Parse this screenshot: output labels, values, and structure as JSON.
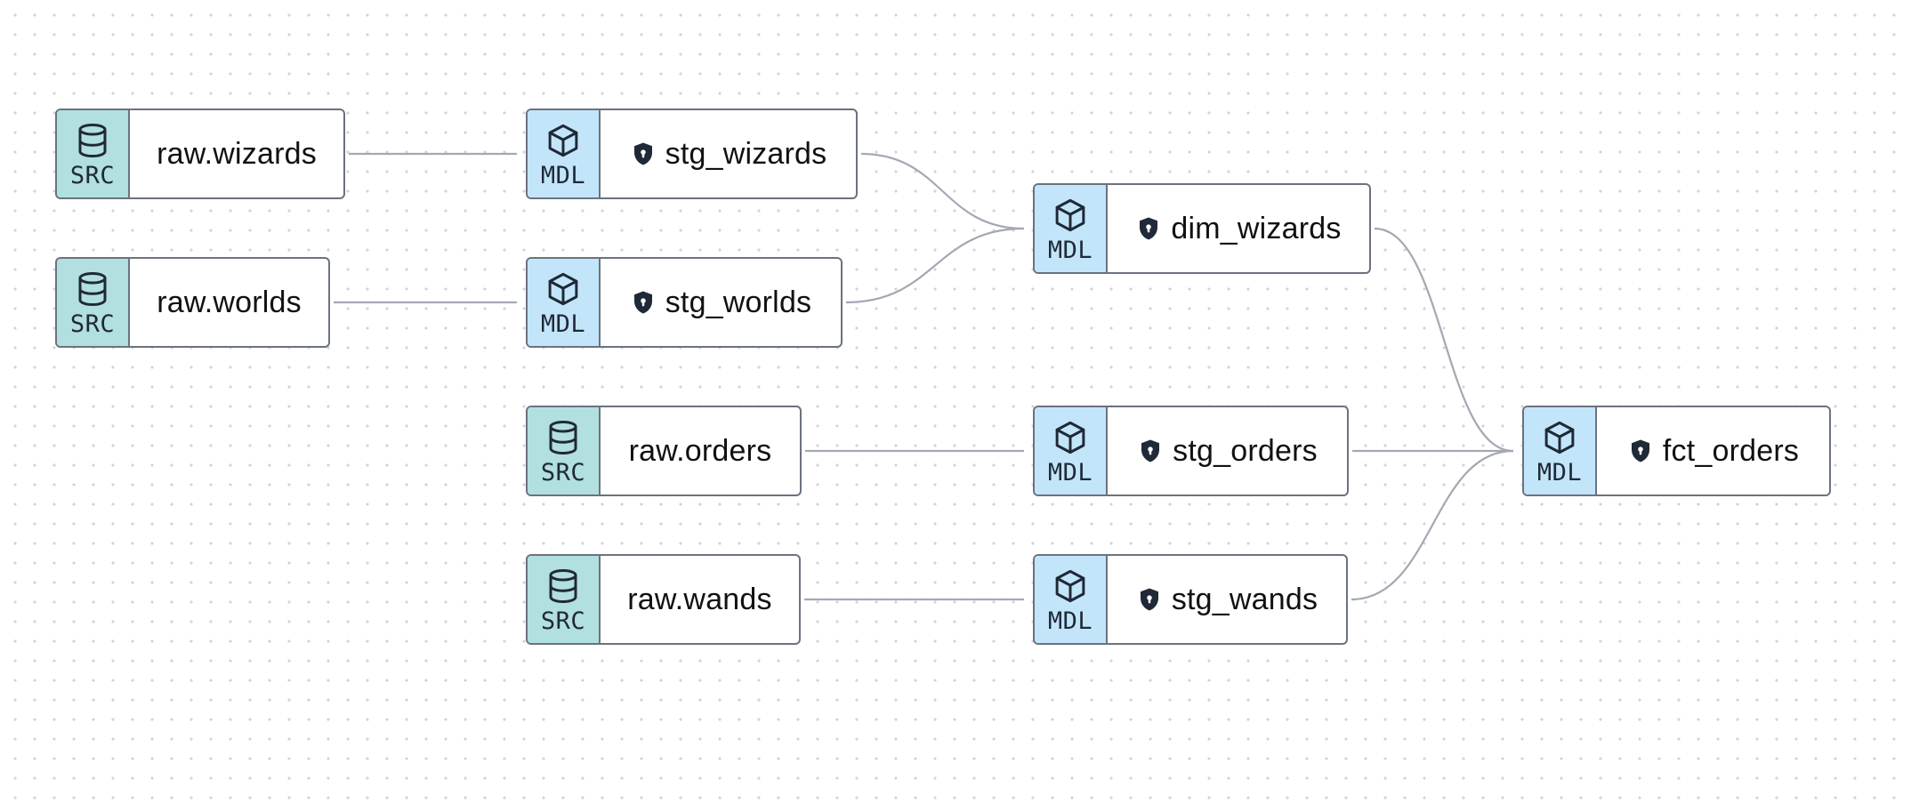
{
  "colors": {
    "edge": "#a3a8b3",
    "node_border": "#6b7280",
    "source_badge": "#b2dfe0",
    "model_badge": "#c3e5fa",
    "text": "#111111"
  },
  "badges": {
    "source": "SRC",
    "model": "MDL"
  },
  "icons": {
    "source": "database-icon",
    "model": "cube-icon",
    "access": "shield-lock-icon"
  },
  "nodes": [
    {
      "id": "raw_wizards",
      "kind": "source",
      "label": "raw.wizards"
    },
    {
      "id": "raw_worlds",
      "kind": "source",
      "label": "raw.worlds"
    },
    {
      "id": "stg_wizards",
      "kind": "model",
      "label": "stg_wizards",
      "protected": true
    },
    {
      "id": "stg_worlds",
      "kind": "model",
      "label": "stg_worlds",
      "protected": true
    },
    {
      "id": "dim_wizards",
      "kind": "model",
      "label": "dim_wizards",
      "protected": true
    },
    {
      "id": "raw_orders",
      "kind": "source",
      "label": "raw.orders"
    },
    {
      "id": "raw_wands",
      "kind": "source",
      "label": "raw.wands"
    },
    {
      "id": "stg_orders",
      "kind": "model",
      "label": "stg_orders",
      "protected": true
    },
    {
      "id": "stg_wands",
      "kind": "model",
      "label": "stg_wands",
      "protected": true
    },
    {
      "id": "fct_orders",
      "kind": "model",
      "label": "fct_orders",
      "protected": true
    }
  ],
  "edges": [
    {
      "from": "raw_wizards",
      "to": "stg_wizards"
    },
    {
      "from": "raw_worlds",
      "to": "stg_worlds"
    },
    {
      "from": "stg_wizards",
      "to": "dim_wizards"
    },
    {
      "from": "stg_worlds",
      "to": "dim_wizards"
    },
    {
      "from": "raw_orders",
      "to": "stg_orders"
    },
    {
      "from": "raw_wands",
      "to": "stg_wands"
    },
    {
      "from": "dim_wizards",
      "to": "fct_orders"
    },
    {
      "from": "stg_orders",
      "to": "fct_orders"
    },
    {
      "from": "stg_wands",
      "to": "fct_orders"
    }
  ]
}
